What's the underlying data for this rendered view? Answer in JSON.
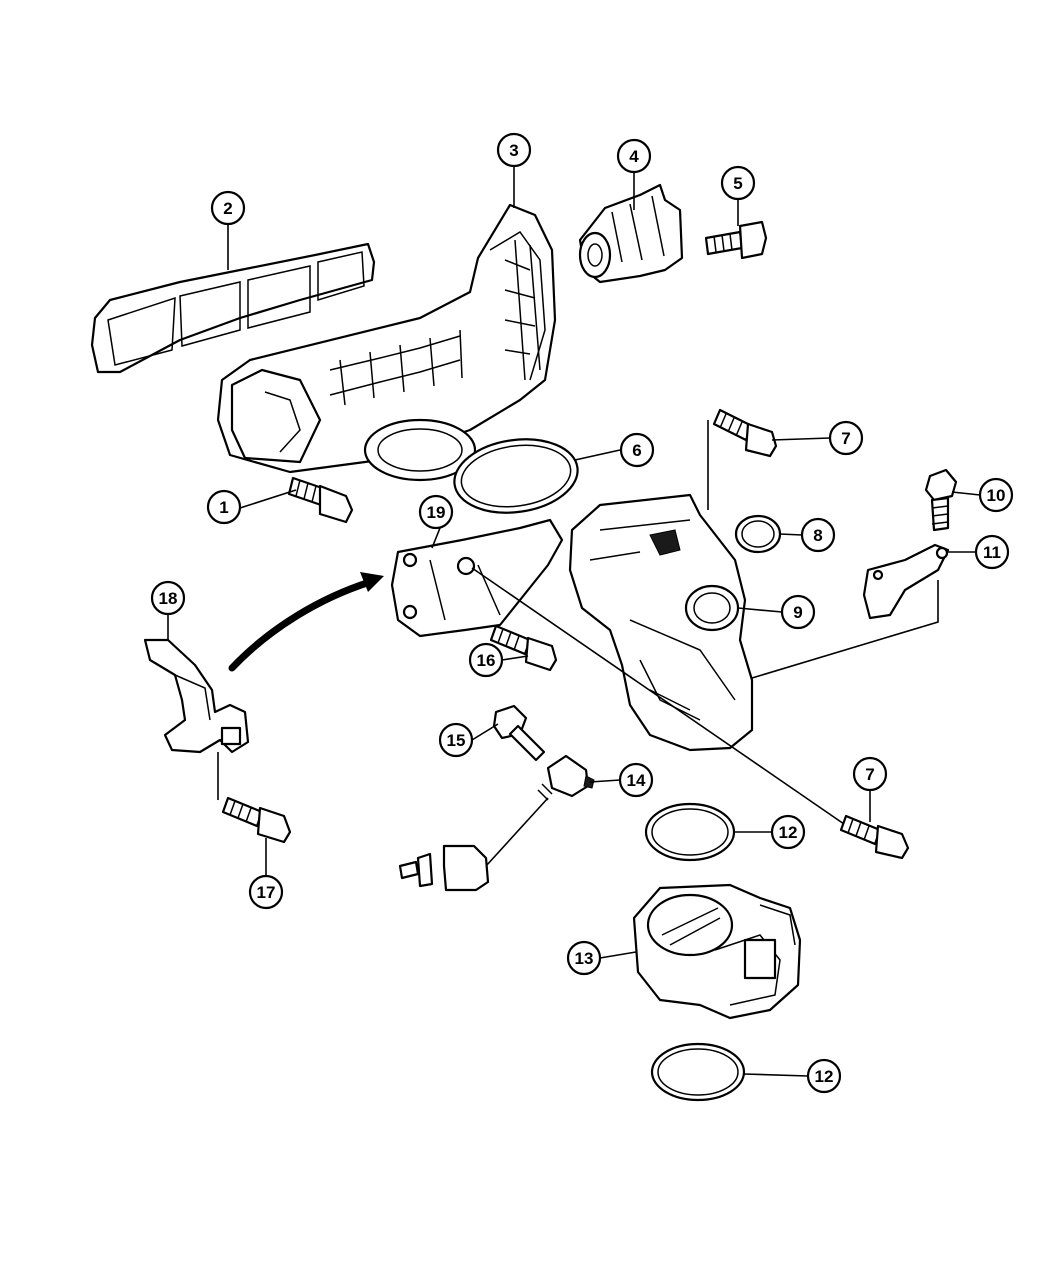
{
  "diagram": {
    "colors": {
      "ink": "#000000",
      "paper": "#ffffff"
    },
    "callouts": [
      {
        "id": "c1",
        "label": "1"
      },
      {
        "id": "c2",
        "label": "2"
      },
      {
        "id": "c3",
        "label": "3"
      },
      {
        "id": "c4",
        "label": "4"
      },
      {
        "id": "c5",
        "label": "5"
      },
      {
        "id": "c6",
        "label": "6"
      },
      {
        "id": "c7a",
        "label": "7"
      },
      {
        "id": "c7b",
        "label": "7"
      },
      {
        "id": "c8",
        "label": "8"
      },
      {
        "id": "c9",
        "label": "9"
      },
      {
        "id": "c10",
        "label": "10"
      },
      {
        "id": "c11",
        "label": "11"
      },
      {
        "id": "c12a",
        "label": "12"
      },
      {
        "id": "c12b",
        "label": "12"
      },
      {
        "id": "c13",
        "label": "13"
      },
      {
        "id": "c14",
        "label": "14"
      },
      {
        "id": "c15",
        "label": "15"
      },
      {
        "id": "c16",
        "label": "16"
      },
      {
        "id": "c17",
        "label": "17"
      },
      {
        "id": "c18",
        "label": "18"
      },
      {
        "id": "c19",
        "label": "19"
      }
    ]
  }
}
